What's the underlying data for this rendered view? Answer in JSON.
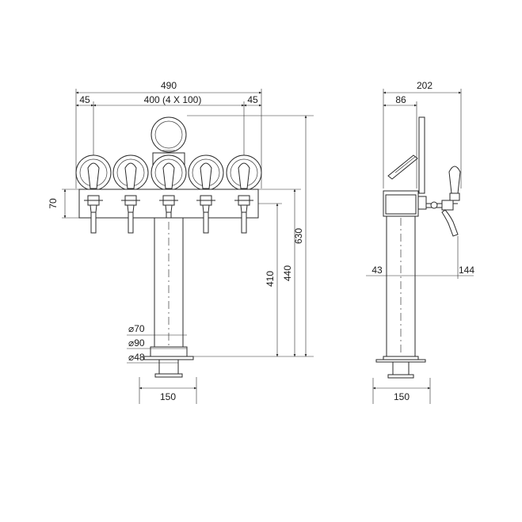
{
  "front": {
    "total_width": "490",
    "left_margin": "45",
    "spacing": "400 (4 X 100)",
    "right_margin": "45",
    "bar_height": "70",
    "height_630": "630",
    "height_440": "440",
    "height_410": "410",
    "dia_70": "⌀70",
    "dia_90": "⌀90",
    "dia_48": "⌀48",
    "base_width": "150"
  },
  "side": {
    "total_depth": "202",
    "column_offset": "86",
    "col_left": "43",
    "tap_reach": "144",
    "base_width": "150"
  }
}
